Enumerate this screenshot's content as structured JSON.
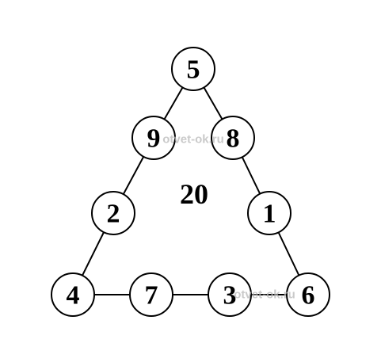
{
  "puzzle": {
    "center_sum": "20",
    "nodes": [
      {
        "id": "top",
        "label": "5"
      },
      {
        "id": "left-upper",
        "label": "9"
      },
      {
        "id": "right-upper",
        "label": "8"
      },
      {
        "id": "left-middle",
        "label": "2"
      },
      {
        "id": "right-middle",
        "label": "1"
      },
      {
        "id": "bottom-left",
        "label": "4"
      },
      {
        "id": "bottom-second",
        "label": "7"
      },
      {
        "id": "bottom-third",
        "label": "3"
      },
      {
        "id": "bottom-right",
        "label": "6"
      }
    ],
    "edges": [
      [
        "top",
        "left-upper"
      ],
      [
        "left-upper",
        "left-middle"
      ],
      [
        "left-middle",
        "bottom-left"
      ],
      [
        "top",
        "right-upper"
      ],
      [
        "right-upper",
        "right-middle"
      ],
      [
        "right-middle",
        "bottom-right"
      ],
      [
        "bottom-left",
        "bottom-second"
      ],
      [
        "bottom-second",
        "bottom-third"
      ],
      [
        "bottom-third",
        "bottom-right"
      ]
    ]
  },
  "watermarks": [
    "otvet-ok.ru",
    "otvet-ok.ru"
  ]
}
